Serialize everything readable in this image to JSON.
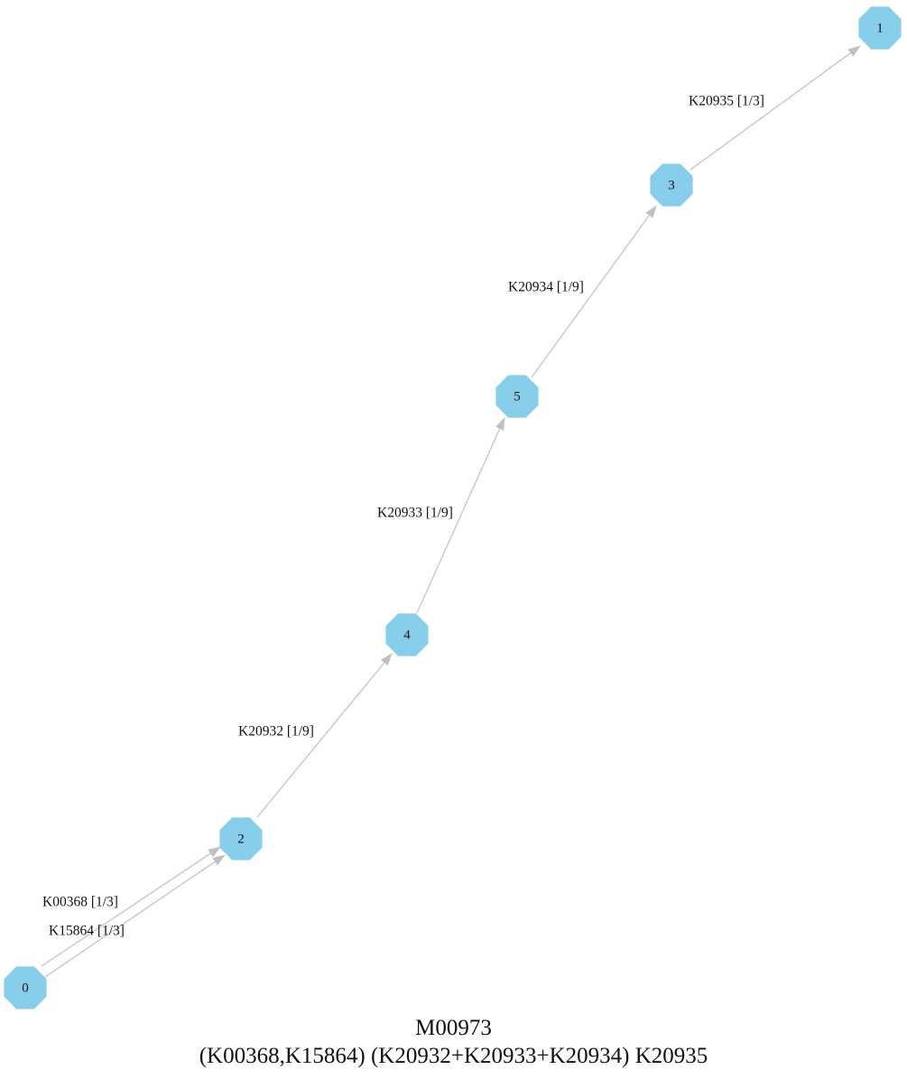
{
  "graph": {
    "module_id": "M00973",
    "definition": "(K00368,K15864) (K20932+K20933+K20934) K20935",
    "colors": {
      "node_fill": "#87CEEB",
      "edge": "#C0C0C0",
      "text": "#111111"
    },
    "nodes": [
      {
        "id": "n0",
        "label": "0"
      },
      {
        "id": "n1",
        "label": "1"
      },
      {
        "id": "n2",
        "label": "2"
      },
      {
        "id": "n3",
        "label": "3"
      },
      {
        "id": "n4",
        "label": "4"
      },
      {
        "id": "n5",
        "label": "5"
      }
    ],
    "edges": [
      {
        "id": "e0",
        "from": "n0",
        "to": "n2",
        "label": "K00368 [1/3]"
      },
      {
        "id": "e1",
        "from": "n0",
        "to": "n2",
        "label": "K15864 [1/3]"
      },
      {
        "id": "e2",
        "from": "n2",
        "to": "n4",
        "label": "K20932 [1/9]"
      },
      {
        "id": "e3",
        "from": "n4",
        "to": "n5",
        "label": "K20933 [1/9]"
      },
      {
        "id": "e4",
        "from": "n5",
        "to": "n3",
        "label": "K20934 [1/9]"
      },
      {
        "id": "e5",
        "from": "n3",
        "to": "n1",
        "label": "K20935 [1/3]"
      }
    ]
  }
}
